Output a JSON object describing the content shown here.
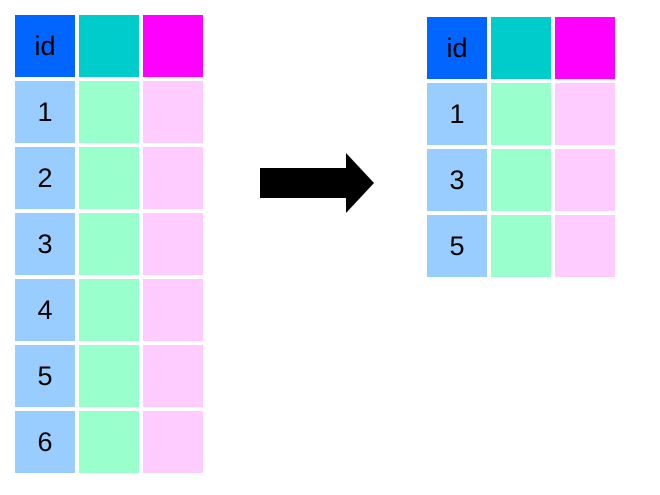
{
  "colors": {
    "id_header": "#0066ff",
    "teal_header": "#00cccc",
    "magenta_header": "#ff00ff",
    "id_cell": "#99ccff",
    "green_cell": "#99ffcc",
    "pink_cell": "#ffccff",
    "arrow": "#000000"
  },
  "left_table": {
    "header": "id",
    "ids": [
      "1",
      "2",
      "3",
      "4",
      "5",
      "6"
    ]
  },
  "right_table": {
    "header": "id",
    "ids": [
      "1",
      "3",
      "5"
    ]
  },
  "icons": {
    "arrow": "right-arrow-icon"
  }
}
